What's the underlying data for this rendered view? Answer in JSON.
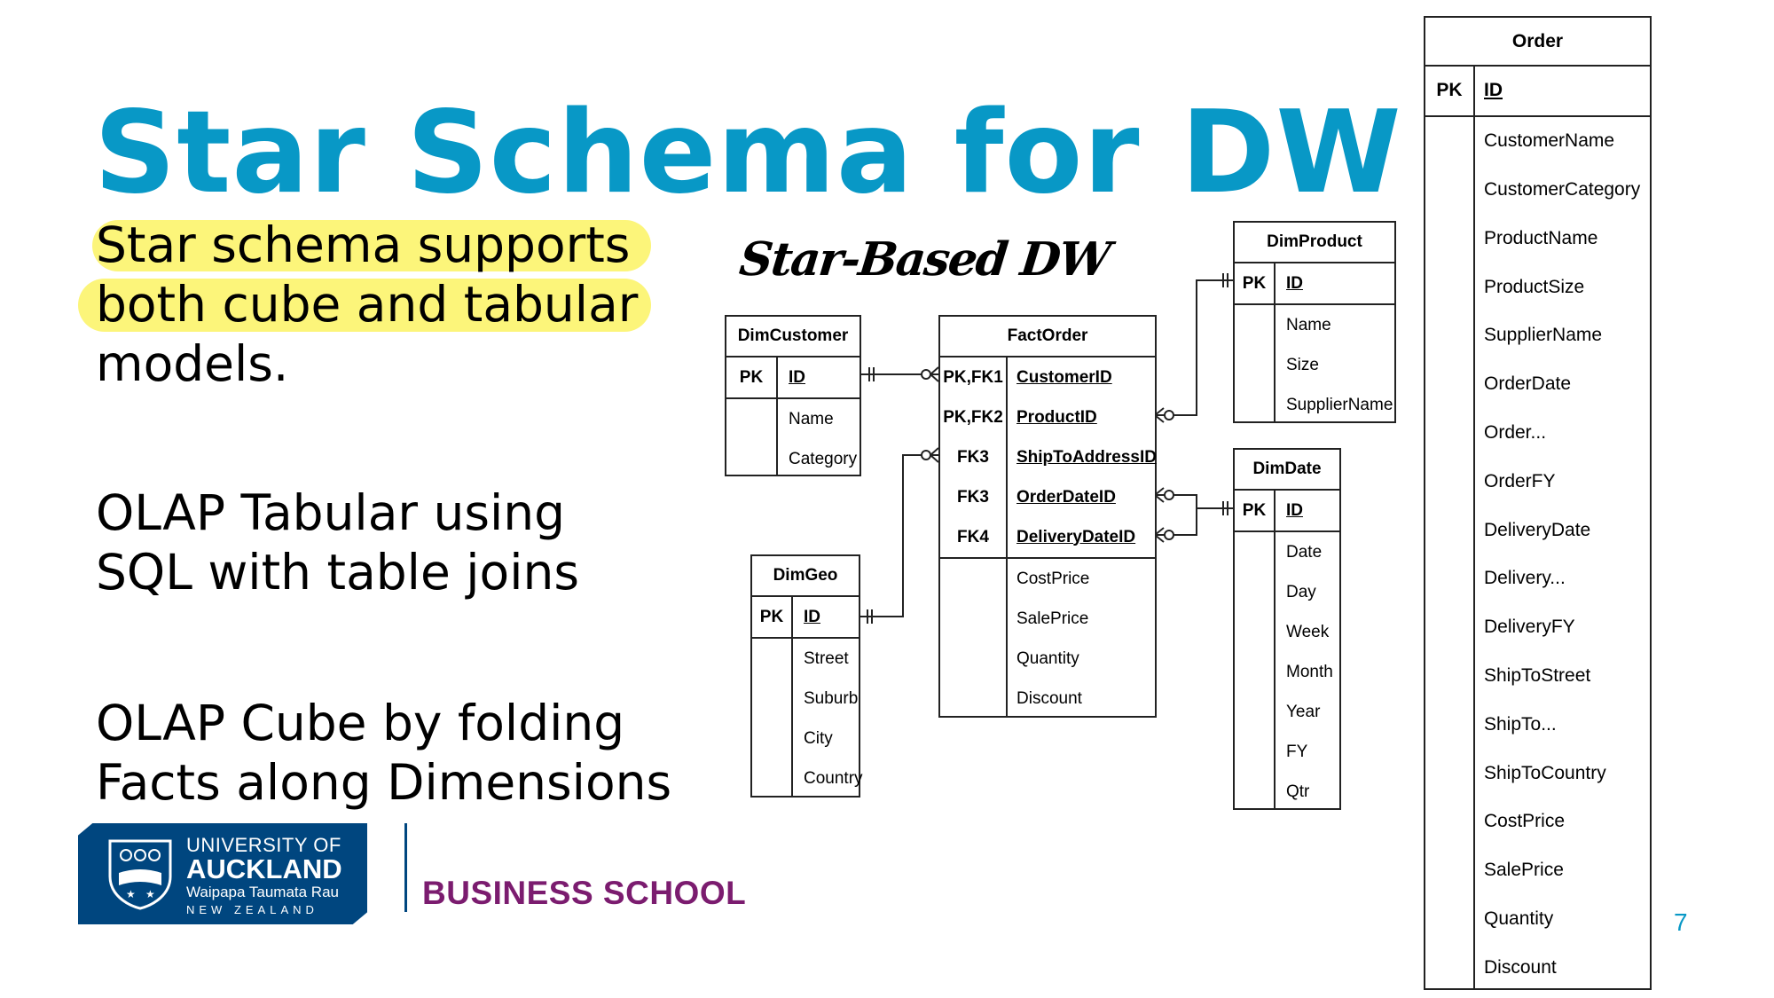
{
  "slide": {
    "title": "Star Schema for DW",
    "bullets": [
      {
        "lines": [
          "Star schema supports",
          "both cube and tabular",
          "models."
        ]
      },
      {
        "lines": [
          "OLAP Tabular using",
          "SQL with table joins"
        ]
      },
      {
        "lines": [
          "OLAP Cube by folding",
          "Facts along Dimensions"
        ]
      }
    ],
    "handwritten_note": "Star-Based DW",
    "page_number": "7",
    "highlight_color": "#FCF57A",
    "title_color": "#0898C6"
  },
  "logo": {
    "line1": "UNIVERSITY OF",
    "line2": "AUCKLAND",
    "line3": "Waipapa Taumata Rau",
    "line4": "NEW ZEALAND",
    "school": "BUSINESS SCHOOL",
    "brand_color": "#00467F",
    "school_color": "#7B1C6F"
  },
  "diagram": {
    "dim_customer": {
      "name": "DimCustomer",
      "pk": "PK",
      "pk_field": "ID",
      "fields": [
        "Name",
        "Category"
      ]
    },
    "fact_order": {
      "name": "FactOrder",
      "keys": [
        {
          "key": "PK,FK1",
          "field": "CustomerID"
        },
        {
          "key": "PK,FK2",
          "field": "ProductID"
        },
        {
          "key": "FK3",
          "field": "ShipToAddressID"
        },
        {
          "key": "FK3",
          "field": "OrderDateID"
        },
        {
          "key": "FK4",
          "field": "DeliveryDateID"
        }
      ],
      "measures": [
        "CostPrice",
        "SalePrice",
        "Quantity",
        "Discount"
      ]
    },
    "dim_product": {
      "name": "DimProduct",
      "pk": "PK",
      "pk_field": "ID",
      "fields": [
        "Name",
        "Size",
        "SupplierName"
      ]
    },
    "dim_geo": {
      "name": "DimGeo",
      "pk": "PK",
      "pk_field": "ID",
      "fields": [
        "Street",
        "Suburb",
        "City",
        "Country"
      ]
    },
    "dim_date": {
      "name": "DimDate",
      "pk": "PK",
      "pk_field": "ID",
      "fields": [
        "Date",
        "Day",
        "Week",
        "Month",
        "Year",
        "FY",
        "Qtr"
      ]
    },
    "order": {
      "name": "Order",
      "pk": "PK",
      "pk_field": "ID",
      "fields": [
        "CustomerName",
        "CustomerCategory",
        "ProductName",
        "ProductSize",
        "SupplierName",
        "OrderDate",
        "Order...",
        "OrderFY",
        "DeliveryDate",
        "Delivery...",
        "DeliveryFY",
        "ShipToStreet",
        "ShipTo...",
        "ShipToCountry",
        "CostPrice",
        "SalePrice",
        "Quantity",
        "Discount"
      ]
    }
  }
}
